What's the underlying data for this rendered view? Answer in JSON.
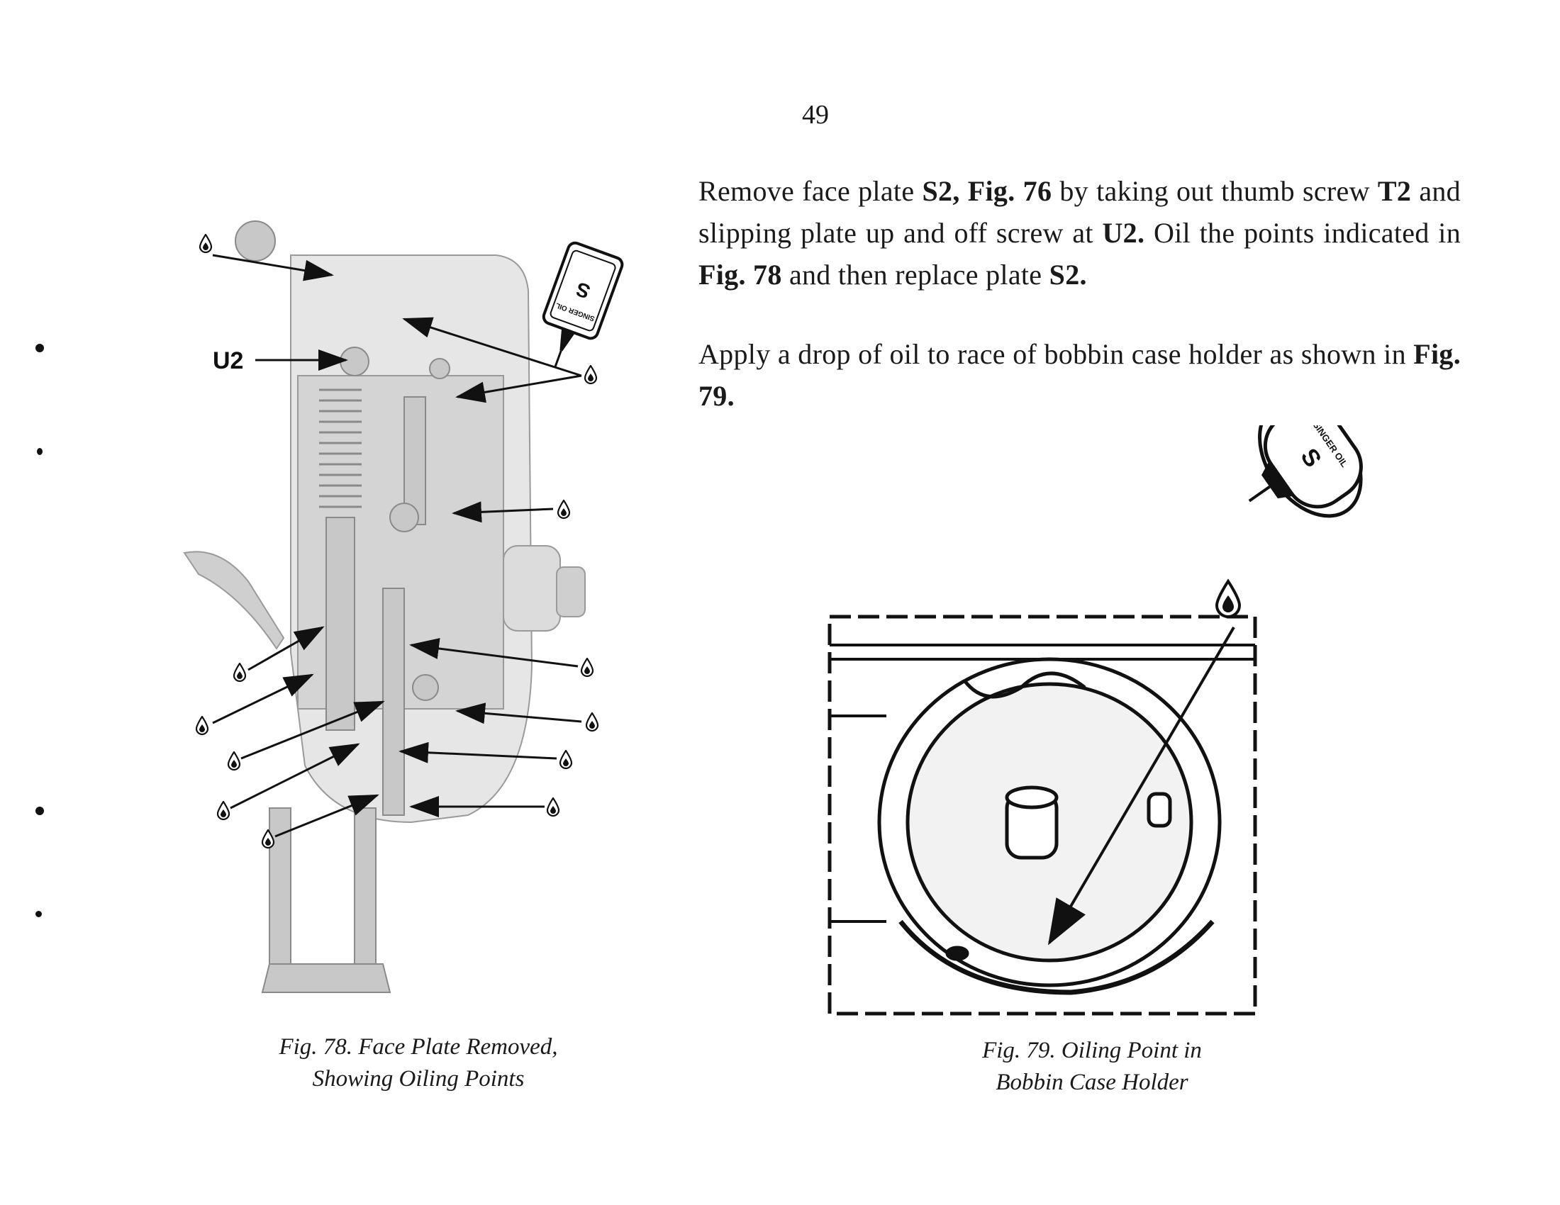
{
  "page_number": "49",
  "paragraph1": {
    "t1": "Remove face plate ",
    "b1": "S2, Fig. 76",
    "t2": " by taking out thumb screw ",
    "b2": "T2",
    "t3": " and slipping plate up and off screw at ",
    "b3": "U2.",
    "t4": " Oil the points indicated in ",
    "b4": "Fig. 78",
    "t5": " and then replace plate ",
    "b5": "S2."
  },
  "paragraph2": {
    "t1": "Apply a drop of oil to race of bobbin case holder as shown in ",
    "b1": "Fig. 79."
  },
  "figure78": {
    "callout_label": "U2",
    "oil_can_label": "SINGER OIL",
    "oil_can_logo": "S",
    "caption_line1": "Fig. 78. Face Plate Removed,",
    "caption_line2": "Showing Oiling Points"
  },
  "figure79": {
    "oil_can_label": "SINGER OIL",
    "oil_can_logo": "S",
    "caption_line1": "Fig. 79. Oiling Point in",
    "caption_line2": "Bobbin Case Holder"
  },
  "icons": [
    "oil-drop-icon",
    "arrow-icon",
    "oil-can-icon"
  ]
}
